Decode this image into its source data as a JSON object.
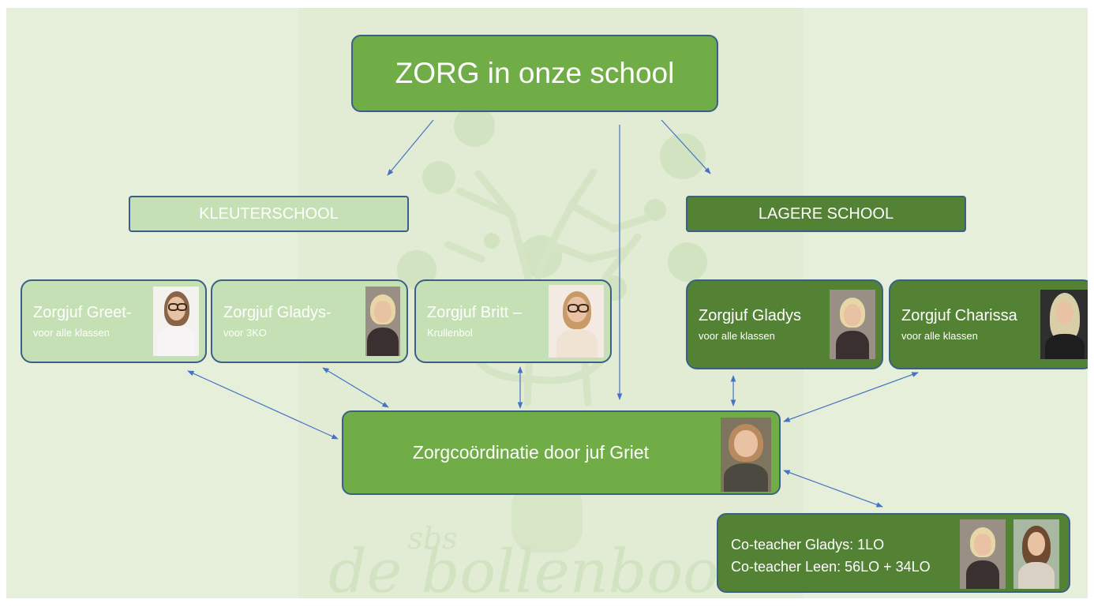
{
  "title": "ZORG in onze school",
  "sections": {
    "kleuterschool": "KLEUTERSCHOOL",
    "lagere_school": "LAGERE SCHOOL"
  },
  "kleuter_staff": [
    {
      "name": "Zorgjuf Greet-",
      "role": "voor alle klassen"
    },
    {
      "name": "Zorgjuf Gladys-",
      "role": "voor 3KO"
    },
    {
      "name": "Zorgjuf Britt –",
      "role": "Krullenbol"
    }
  ],
  "lagere_staff": [
    {
      "name": "Zorgjuf Gladys",
      "role": "voor alle klassen"
    },
    {
      "name": "Zorgjuf Charissa",
      "role": "voor alle klassen"
    }
  ],
  "coordination": "Zorgcoördinatie door juf Griet",
  "coteachers": [
    "Co-teacher Gladys: 1LO",
    "Co-teacher Leen: 56LO + 34LO"
  ],
  "watermark": {
    "small": "sbs",
    "large": "de bollenboom"
  },
  "colors": {
    "medium_green": "#70ad47",
    "light_green": "#c5e0b4",
    "dark_green": "#548235",
    "border_blue": "#3b5f86",
    "arrow_blue": "#4472c4",
    "background": "#e6efd9"
  }
}
